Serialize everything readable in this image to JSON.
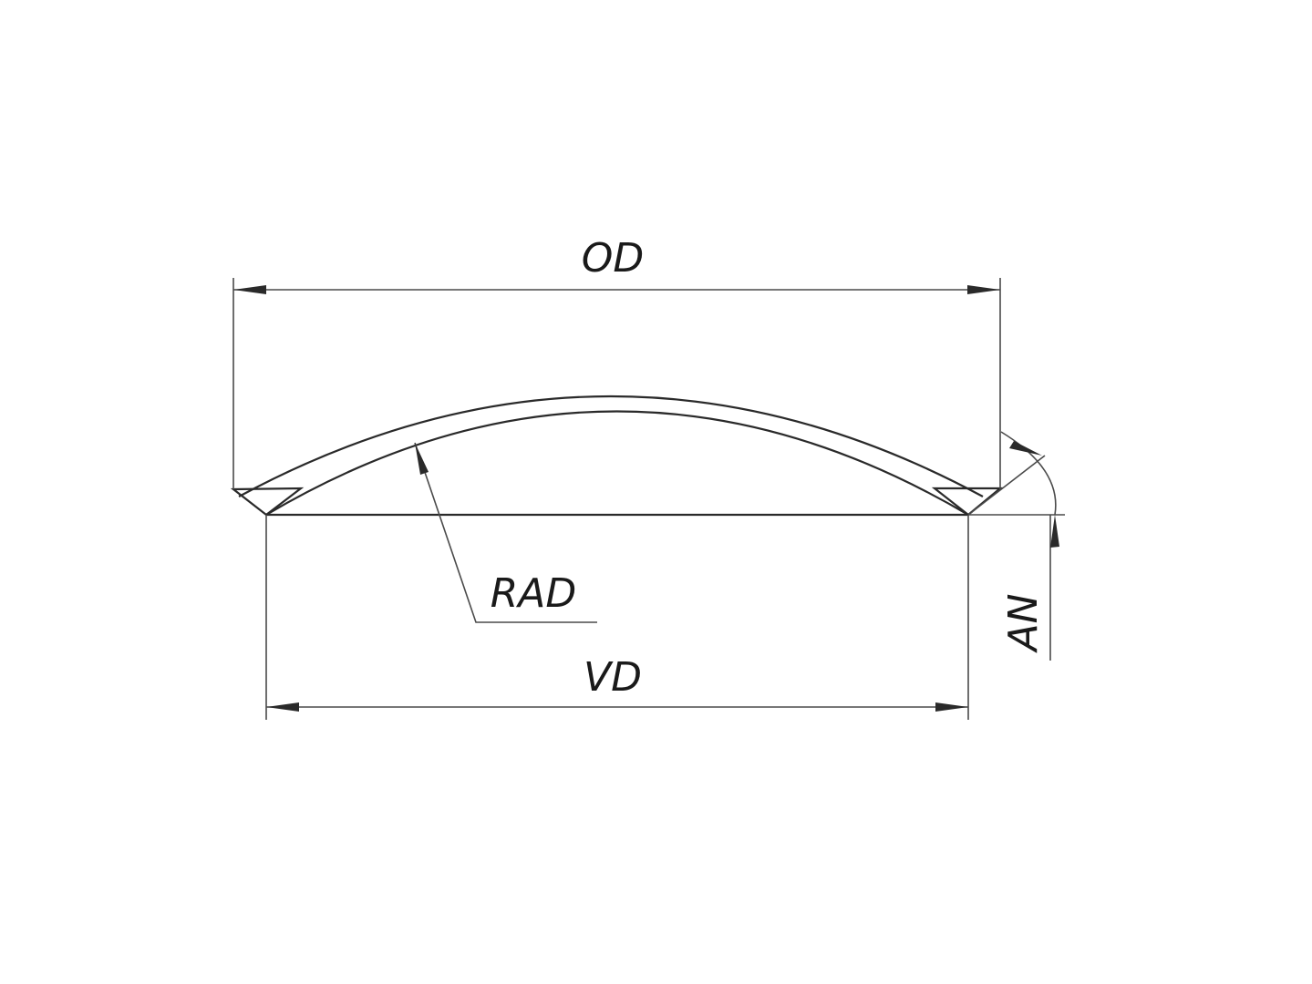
{
  "diagram": {
    "labels": {
      "od": "OD",
      "vd": "VD",
      "rad": "RAD",
      "an": "AN"
    },
    "colors": {
      "line": "#2a2a2a",
      "background": "#ffffff"
    }
  }
}
